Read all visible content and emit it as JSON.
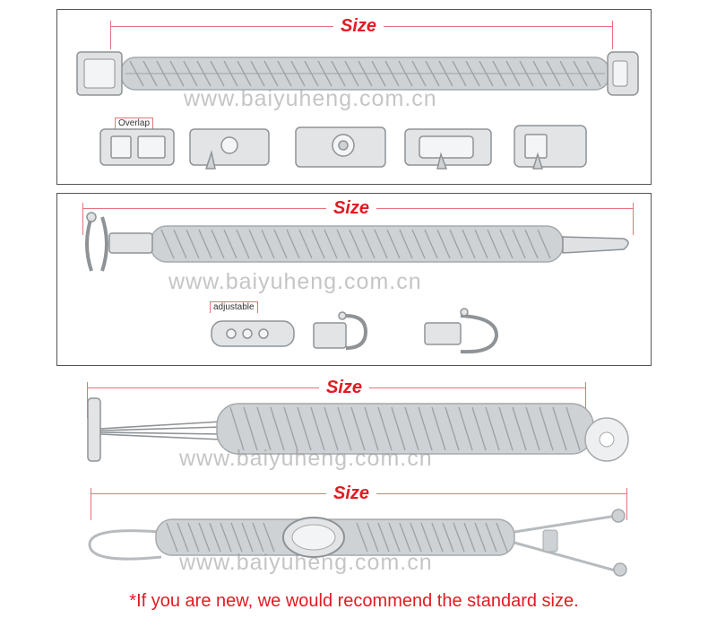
{
  "dimension_label": "Size",
  "watermark": "www.baiyuheng.com.cn",
  "callouts": {
    "overlap": "Overlap",
    "adjustable": "adjustable"
  },
  "footer_note": "*If you are new, we would recommend the standard size.",
  "colors": {
    "accent": "#e11b22",
    "dim_line": "#e5737a",
    "cord": "#cfd2d4",
    "metal": "#dfe1e3"
  },
  "panels": [
    {
      "name": "buckle-bracelet",
      "parts": [
        "side-release-buckle",
        "whistle-buckle",
        "compass-whistle-buckle",
        "whistle-buckle-alt",
        "curved-whistle-buckle"
      ]
    },
    {
      "name": "shackle-bracelet",
      "parts": [
        "adjustable-slider",
        "shackle",
        "bow-shackle"
      ]
    },
    {
      "name": "toggle-bracelet",
      "parts": []
    },
    {
      "name": "sliding-knot-bracelet",
      "parts": []
    }
  ]
}
